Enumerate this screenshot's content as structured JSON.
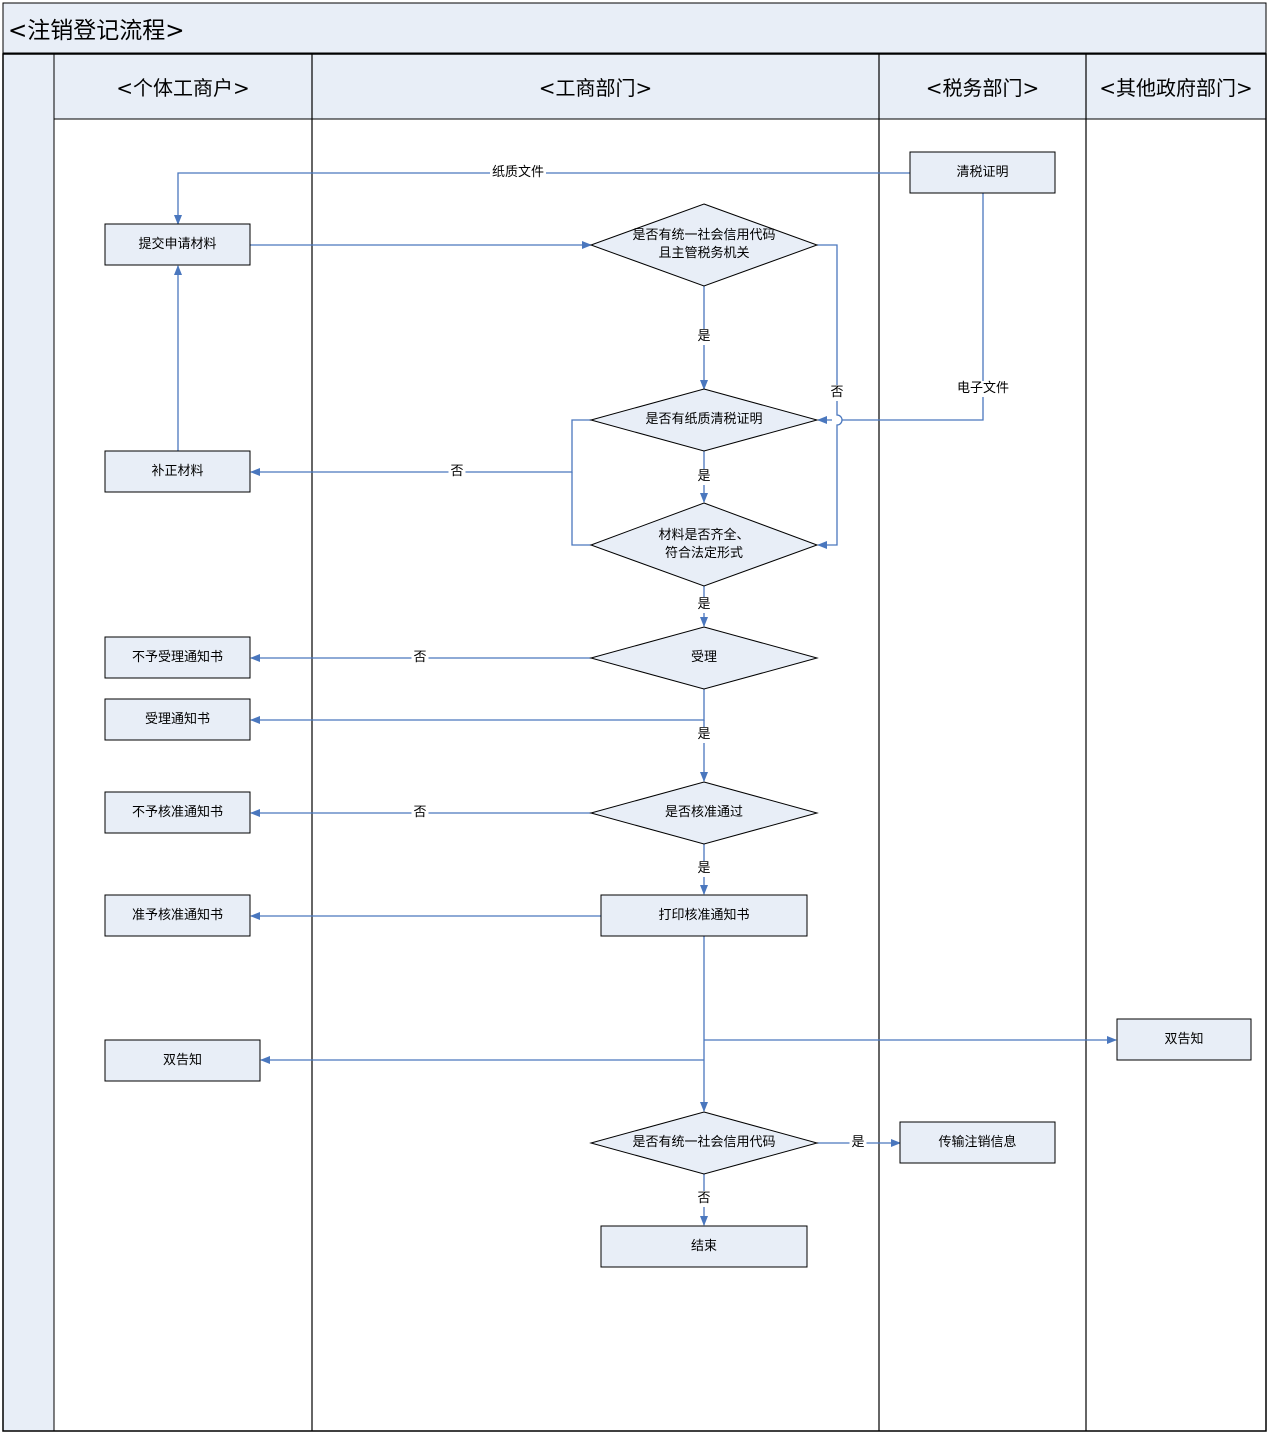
{
  "title": "<注销登记流程>",
  "lanes": [
    {
      "id": "lane-individual",
      "label": "<个体工商户>"
    },
    {
      "id": "lane-industry",
      "label": "<工商部门>"
    },
    {
      "id": "lane-tax",
      "label": "<税务部门>"
    },
    {
      "id": "lane-other",
      "label": "<其他政府部门>"
    }
  ],
  "nodes": {
    "tax_clearance": "清税证明",
    "submit_materials": "提交申请材料",
    "check_credit_code_tax": "是否有统一社会信用代码\n且主管税务机关",
    "check_paper_clearance": "是否有纸质清税证明",
    "supplement_materials": "补正材料",
    "check_materials_complete": "材料是否齐全、\n符合法定形式",
    "not_accept_notice": "不予受理通知书",
    "accept": "受理",
    "accept_notice": "受理通知书",
    "not_approve_notice": "不予核准通知书",
    "check_approved": "是否核准通过",
    "approve_notice": "准予核准通知书",
    "print_approval_notice": "打印核准通知书",
    "dual_notice_individual": "双告知",
    "dual_notice_other": "双告知",
    "check_credit_code": "是否有统一社会信用代码",
    "transmit_info": "传输注销信息",
    "end": "结束"
  },
  "edges": {
    "paper_document": "纸质文件",
    "electronic_document": "电子文件",
    "yes_1": "是",
    "no_1": "否",
    "yes_2": "是",
    "no_2": "否",
    "yes_3": "是",
    "no_3": "否",
    "yes_4": "是",
    "no_4": "否",
    "yes_5": "是",
    "yes_6": "是",
    "no_6": "否"
  },
  "colors": {
    "node_fill": "#e8eef7",
    "edge": "#4a77be",
    "header_fill": "#e8eef7",
    "border": "#000000"
  }
}
